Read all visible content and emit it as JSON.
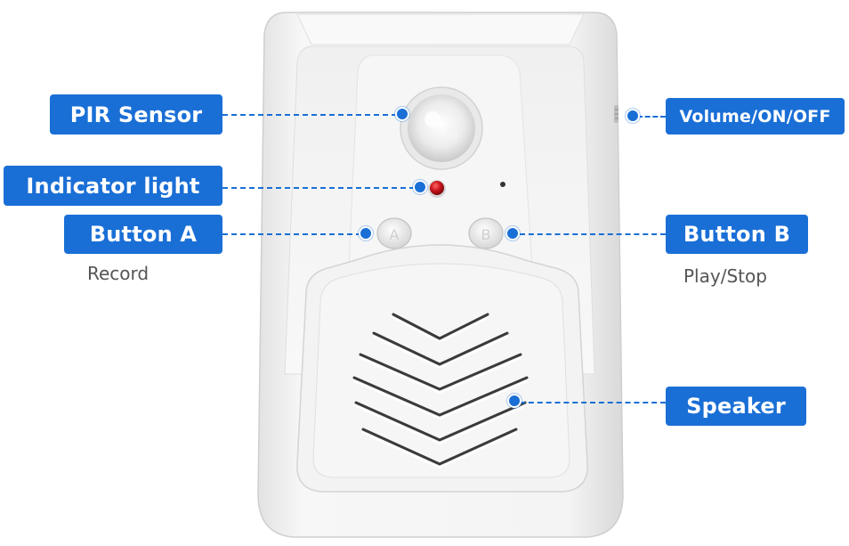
{
  "colors": {
    "accent": "#1a6fd6",
    "label_text": "#ffffff",
    "caption_text": "#555555",
    "device_body": "#f2f2f2",
    "indicator_light": "#c8141b"
  },
  "callouts": {
    "pir_sensor": "PIR Sensor",
    "indicator_light": "Indicator light",
    "button_a": "Button A",
    "button_a_caption": "Record",
    "volume": "Volume/ON/OFF",
    "button_b": "Button B",
    "button_b_caption": "Play/Stop",
    "speaker": "Speaker"
  },
  "device": {
    "button_a_letter": "A",
    "button_b_letter": "B"
  }
}
